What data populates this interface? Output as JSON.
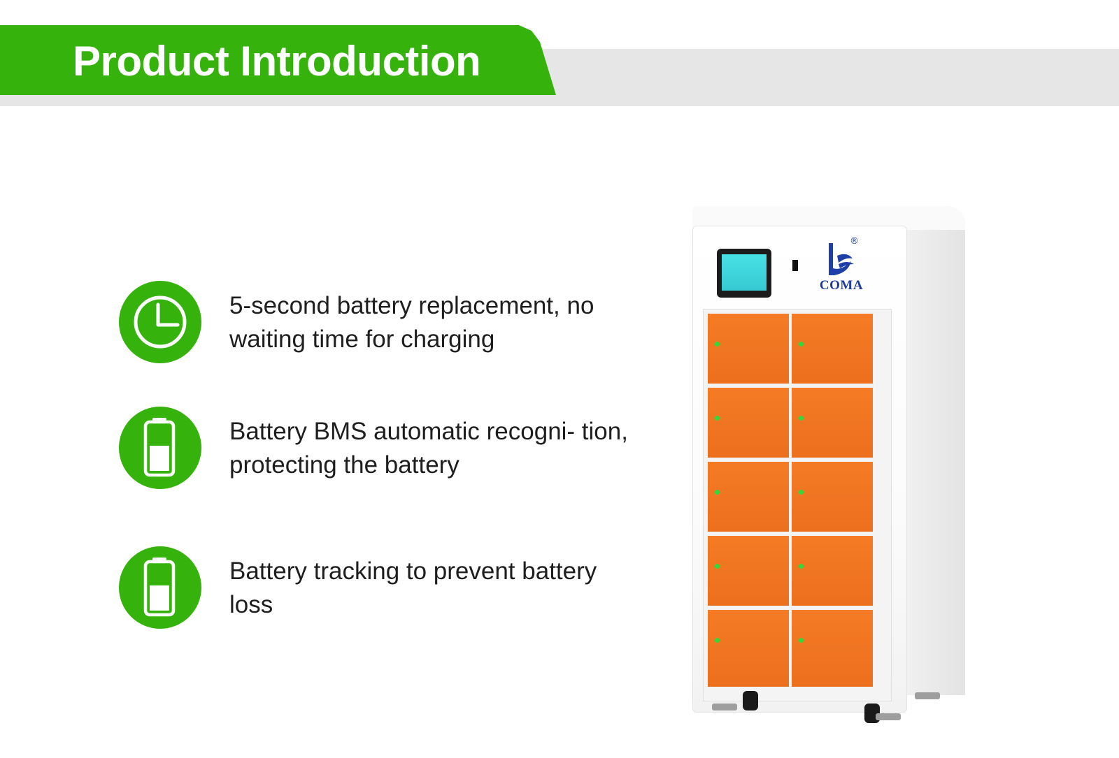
{
  "header": {
    "title": "Product Introduction"
  },
  "features": [
    {
      "icon": "clock-icon",
      "text": "5-second battery replacement, no waiting time for charging"
    },
    {
      "icon": "battery-icon",
      "text": "Battery BMS automatic recogni- tion, protecting the battery"
    },
    {
      "icon": "battery-icon",
      "text": "Battery tracking to prevent battery loss"
    }
  ],
  "cabinet": {
    "brand": "COMA",
    "registered_mark": "®",
    "door_color": "#f07320",
    "screen_color": "#3fd5dc",
    "led_color": "#2ddc3c"
  },
  "colors": {
    "accent": "#35b30c",
    "band": "#e6e6e6",
    "text": "#1e1e1e"
  }
}
